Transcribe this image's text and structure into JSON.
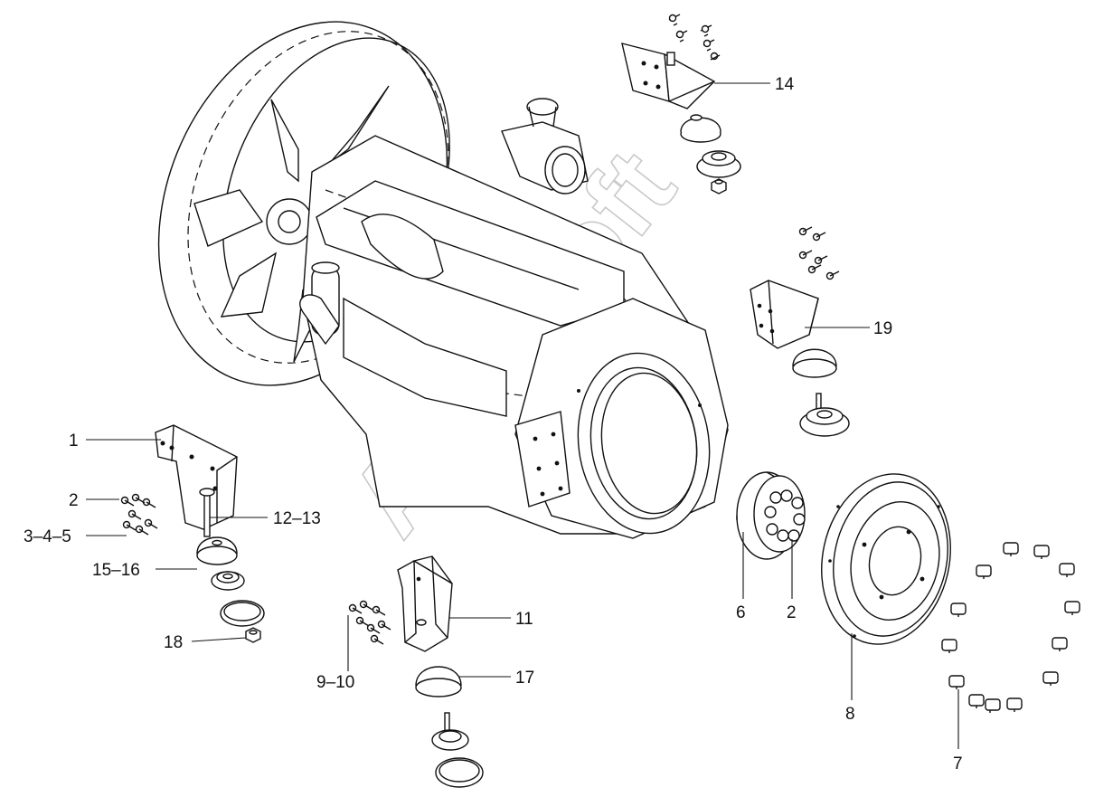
{
  "watermark": "AutoSoft",
  "callouts": {
    "c1": "1",
    "c2a": "2",
    "c345": "3–4–5",
    "c1516": "15–16",
    "c18": "18",
    "c1213": "12–13",
    "c910": "9–10",
    "c11": "11",
    "c17": "17",
    "c14": "14",
    "c19": "19",
    "c6": "6",
    "c2b": "2",
    "c8": "8",
    "c7": "7"
  },
  "colors": {
    "line": "#111111",
    "background": "#ffffff",
    "watermark": "#c9c9c9"
  }
}
